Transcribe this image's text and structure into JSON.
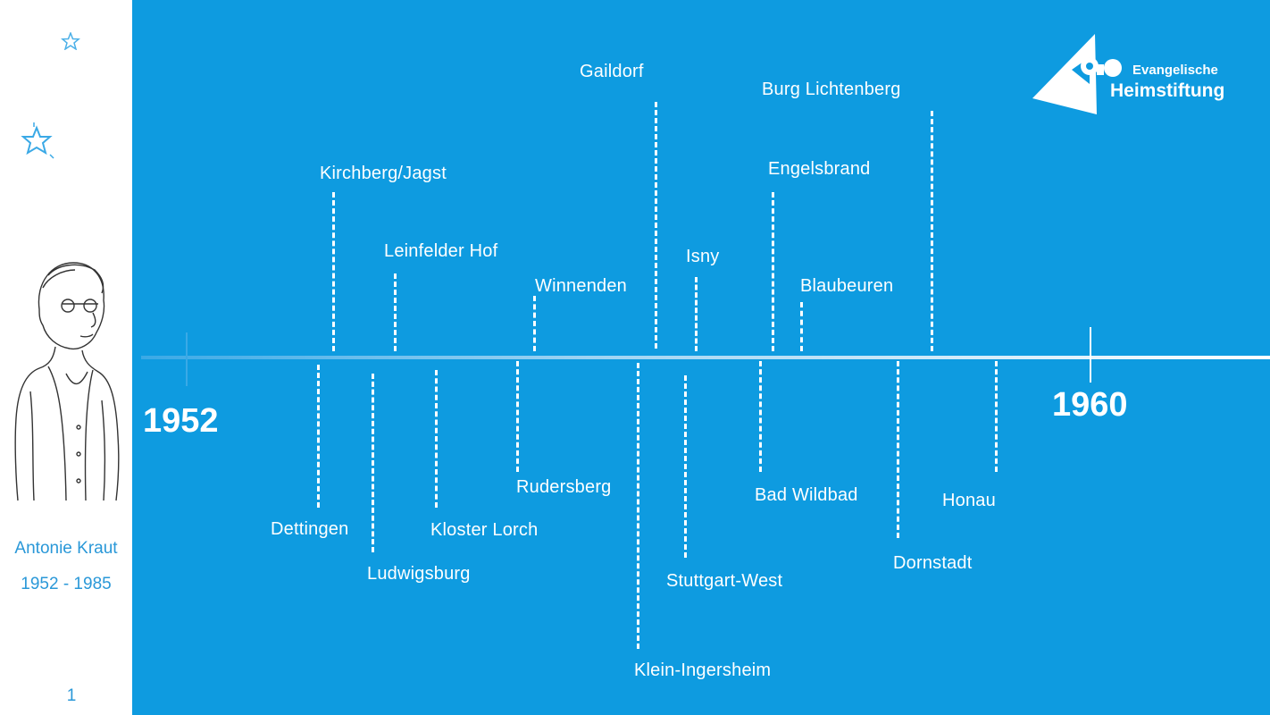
{
  "sidebar": {
    "name": "Antonie Kraut",
    "years": "1952 - 1985",
    "page_number": "1"
  },
  "logo": {
    "line1": "Evangelische",
    "line2": "Heimstiftung"
  },
  "timeline": {
    "start_year": "1952",
    "end_year": "1960",
    "above": [
      "Kirchberg/Jagst",
      "Leinfelder Hof",
      "Winnenden",
      "Gaildorf",
      "Isny",
      "Engelsbrand",
      "Blaubeuren",
      "Burg Lichtenberg"
    ],
    "below": [
      "Dettingen",
      "Ludwigsburg",
      "Kloster Lorch",
      "Rudersberg",
      "Klein-Ingersheim",
      "Stuttgart-West",
      "Bad Wildbad",
      "Dornstadt",
      "Honau"
    ]
  },
  "colors": {
    "background": "#0e9be0",
    "sidebar": "#ffffff",
    "accent": "#2a98d8"
  }
}
